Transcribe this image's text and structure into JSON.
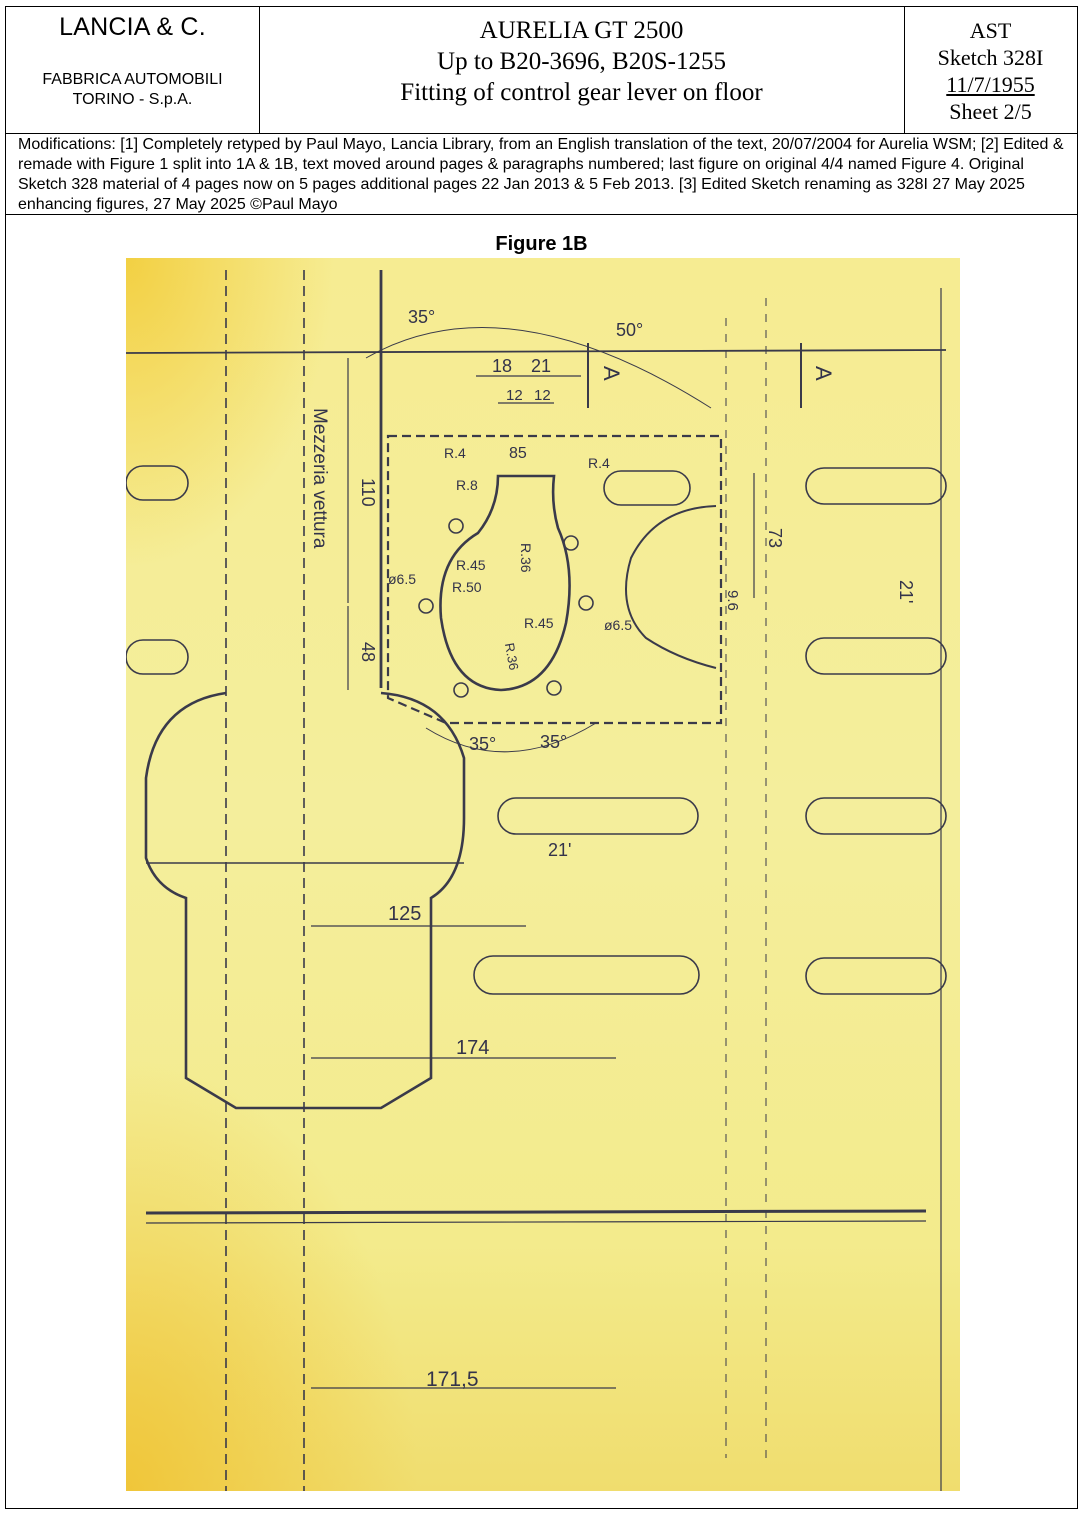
{
  "header": {
    "company": "LANCIA & C.",
    "factory_line1": "FABBRICA AUTOMOBILI",
    "factory_line2": "TORINO - S.p.A.",
    "title_line1": "AURELIA GT 2500",
    "title_line2": "Up to B20-3696, B20S-1255",
    "title_line3": "Fitting of control gear lever on floor",
    "ref_code": "AST",
    "sketch": "Sketch 328I",
    "date": "11/7/1955",
    "sheet": "Sheet 2/5"
  },
  "modifications": "Modifications: [1] Completely retyped by Paul Mayo, Lancia Library, from an English translation of the text, 20/07/2004 for Aurelia WSM; [2] Edited & remade with Figure 1 split into 1A & 1B, text moved around pages & paragraphs numbered; last figure on original 4/4 named Figure 4. Original Sketch 328 material of 4 pages now on 5 pages additional pages 22 Jan 2013 & 5 Feb 2013. [3] Edited Sketch renaming as 328I 27 May 2025 enhancing figures, 27 May 2025 ©Paul Mayo",
  "figure": {
    "title": "Figure 1B",
    "labels": {
      "centerline": "Mezzeria vettura",
      "angle_35_top": "35°",
      "angle_50": "50°",
      "dim_18": "18",
      "dim_21": "21",
      "dim_12a": "12",
      "dim_12b": "12",
      "section_a1": "A",
      "section_a2": "A",
      "dim_85": "85",
      "r4a": "R.4",
      "r4b": "R.4",
      "r8": "R.8",
      "r45a": "R.45",
      "r50": "R.50",
      "r36a": "R.36",
      "r45b": "R.45",
      "r36b": "R.36",
      "d65a": "ø6.5",
      "d65b": "ø6.5",
      "dim_110": "110",
      "dim_48": "48",
      "dim_73": "73",
      "dim_96": "9.6",
      "dim_21p_right": "21'",
      "angle_35_left": "35°",
      "angle_35_right": "35°",
      "dim_21p_mid": "21'",
      "dim_125": "125",
      "dim_174": "174",
      "dim_1715": "171,5"
    }
  }
}
